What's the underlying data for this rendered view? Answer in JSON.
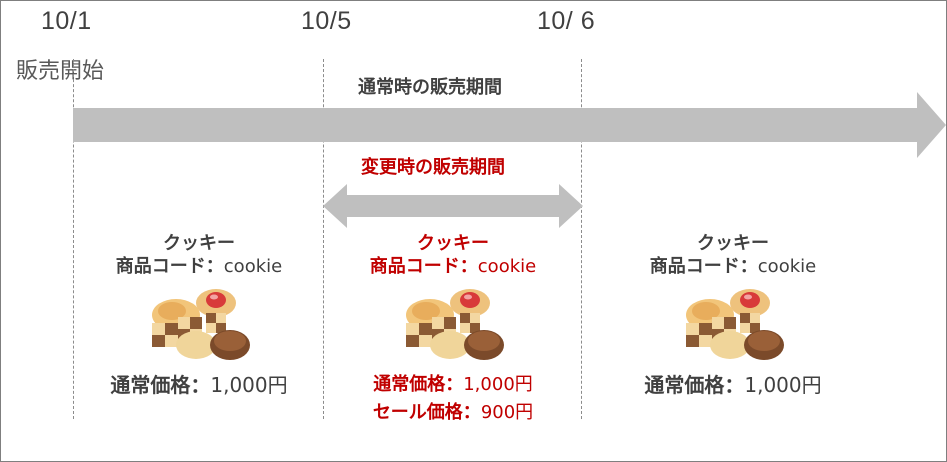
{
  "dates": {
    "d1": "10/1",
    "d2": "10/5",
    "d3": "10/ 6"
  },
  "launch_label": "販売開始",
  "normal_period_label": "通常時の販売期間",
  "changed_period_label": "変更時の販売期間",
  "colors": {
    "arrow": "#bfbfbf",
    "text": "#404040",
    "accent": "#c00000"
  },
  "cards": [
    {
      "name": "クッキー",
      "code_label": "商品コード：",
      "code_value": "cookie",
      "price_label": "通常価格：",
      "price_value": "1,000円"
    },
    {
      "name": "クッキー",
      "code_label": "商品コード：",
      "code_value": "cookie",
      "price_label": "通常価格：",
      "price_value": "1,000円",
      "sale_label": "セール価格：",
      "sale_value": "900円"
    },
    {
      "name": "クッキー",
      "code_label": "商品コード：",
      "code_value": "cookie",
      "price_label": "通常価格：",
      "price_value": "1,000円"
    }
  ]
}
